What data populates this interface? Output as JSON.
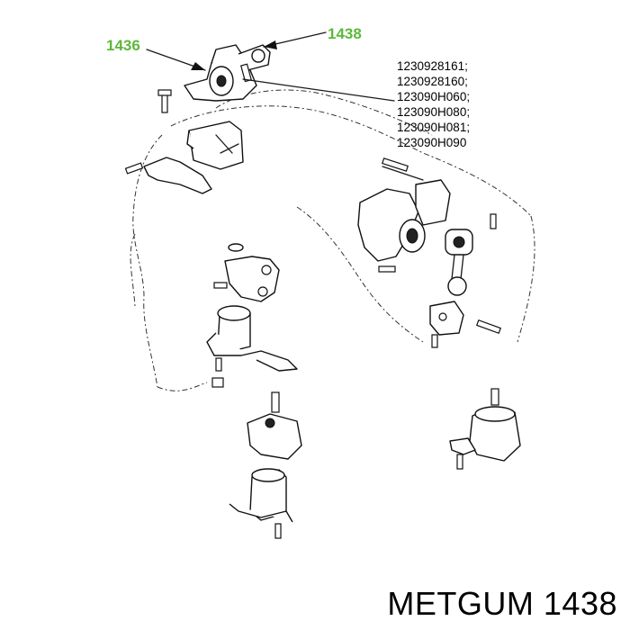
{
  "callouts": {
    "left": "1436",
    "right": "1438"
  },
  "part_numbers": [
    "1230928161;",
    "1230928160;",
    "123090H060;",
    "123090H080;",
    "123090H081;",
    "123090H090"
  ],
  "brand_label": "METGUM 1438",
  "colors": {
    "callout": "#5db83a",
    "ink": "#000000"
  }
}
